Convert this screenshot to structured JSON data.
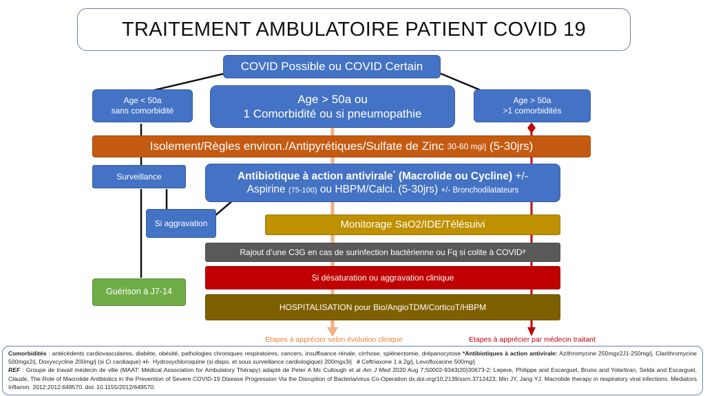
{
  "title": "TRAITEMENT AMBULATOIRE PATIENT COVID 19",
  "top_box": "COVID Possible ou COVID Certain",
  "age_left": {
    "line1": "Age < 50a",
    "line2": "sans comorbidité"
  },
  "age_center": {
    "line1": "Age > 50a  ou",
    "line2": "1 Comorbidité ou si pneumopathie"
  },
  "age_right": {
    "line1": "Age > 50a",
    "line2": ">1 comorbidités"
  },
  "isolation": {
    "main": "Isolement/Règles environ./Antipyrétiques/Sulfate de Zinc ",
    "dose": "30-60 mg/j",
    "duration": " (5-30jrs)"
  },
  "surveillance": "Surveillance",
  "antibio": {
    "bold": "Antibiotique à action antivirale",
    "star": "*",
    "bold2": " (Macrolide ou Cycline)",
    "plusminus": " +/-",
    "l2_a": "Aspirine ",
    "l2_b": "(75-100)",
    "l2_c": " ou HBPM/Calci. (5-30jrs) ",
    "l2_d": "+/- Bronchodilatateurs"
  },
  "aggravation": "Si aggravation",
  "monitorage": "Monitorage SaO2/IDE/Télésuivi",
  "rajout": {
    "text": "Rajout d’une C3G en cas de surinfection bactérienne ou Fq si colite à COVID",
    "sup": "#"
  },
  "desaturation": "Si désaturation ou aggravation clinique",
  "hospitalisation": "HOSPITALISATION pour Bio/AngioTDM/CorticoT/HBPM",
  "guerison": "Guérison à J7-14",
  "caption_orange": "Etapes à apprécier selon évolution clinique",
  "caption_red": "Etapes à apprécier par médecin traitant",
  "footnote": {
    "comorb_label": "Comorbidités",
    "comorb_text": " : antécédents cardiovasculaires, diabète, obésité, pathologies chroniques respiratoires, cancers, insuffisance rénale, cirrhose, splénectomie, drépanocytose ",
    "antibio_label": "*Antibiotiques à action antivirale:",
    "antibio_text": " Azithromycine 250mgx2J1-250mg/j, Clarithromycine 500mgx2/j, Doxyxcycline 200mg/j (si Ci cardiaque) ",
    "plusminus": "+/-",
    "hcq_text": "  Hydroxychloroquine (si dispo. et sous surveillance cardiologique) 200mgx3/j   ",
    "hash": "#",
    "ceftri_text": " Ceftriaxone 1 à 2g/j, Levofloxacine 500mg/j",
    "ref_label": "REF",
    "ref_text1": " : Groupe de travail médecin de ville (MAAT: Médical Association for Ambulatory Thérapy) adapté de Peter A Mc Cullough et al ",
    "journal": "Am J Med",
    "ref_text2": "  2020 Aug 7;S0002-9343(20)30673-2;   Lepere, Philippe and Escarguel, Bruno and Yolartiran, Selda and Escarguel, Claude, The Role of Macrolide Antibiotics in the Prevention of Severe COVID-19 Disease Progression Via the Disruption of Bacteria/virus Co-Operation dx.doi.org/10.2139/ssrn.3712423;   Min JY, Jang YJ. Macrolide therapy in respiratory viral infections. Mediators Inflamm. 2012;2012:649570. doi: 10.1155/2012/649570."
  },
  "colors": {
    "blue": "#4472c4",
    "orange": "#c55a11",
    "gold": "#bf9000",
    "gray": "#595959",
    "red": "#c00000",
    "brown": "#7f6000",
    "green": "#70ad47",
    "arrow_orange": "#f4b183",
    "arrow_red": "#c00000"
  },
  "icons": [
    "diamond-icon"
  ]
}
